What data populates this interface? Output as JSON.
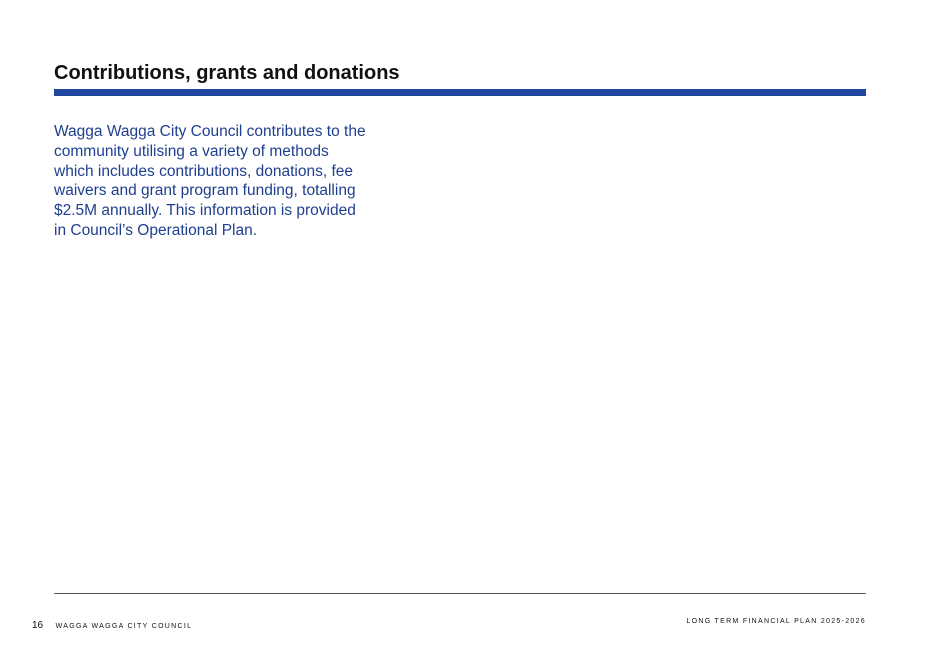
{
  "page": {
    "title": "Contributions, grants and donations",
    "body": "Wagga Wagga City Council contributes to the community utilising a variety of methods which includes contributions, donations, fee waivers and grant program funding, totalling $2.5M annually. This information is provided in Council’s Operational Plan."
  },
  "footer": {
    "page_number": "16",
    "organization": "WAGGA WAGGA CITY COUNCIL",
    "document_title": "LONG TERM FINANCIAL PLAN 2025-2026"
  },
  "colors": {
    "accent_rule": "#1e46a0",
    "body_text": "#1e3f8f",
    "title_text": "#111111"
  }
}
